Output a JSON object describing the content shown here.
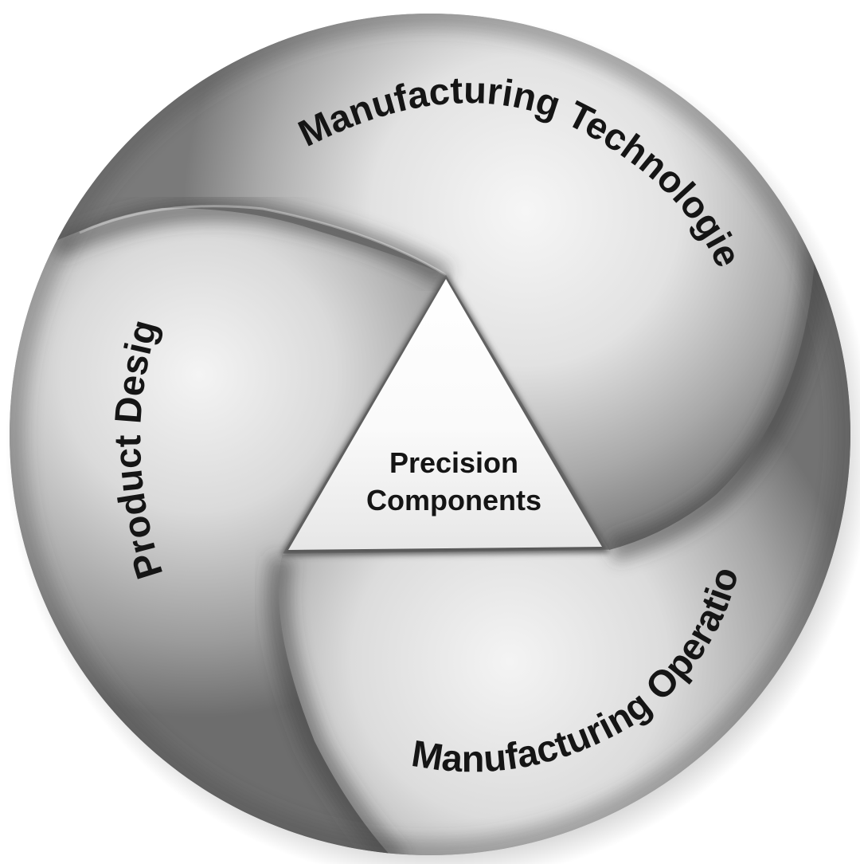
{
  "diagram": {
    "center": {
      "line1": "Precision",
      "line2": "Components"
    },
    "segments": {
      "top": {
        "label": "Manufacturing Technologies"
      },
      "left": {
        "label": "Product Design"
      },
      "bottom": {
        "label": "Manufacturing Operations"
      }
    },
    "colors": {
      "background": "#ffffff",
      "segment_light": "#f4f4f4",
      "segment_dark": "#6e6e6e",
      "text": "#151515"
    }
  }
}
